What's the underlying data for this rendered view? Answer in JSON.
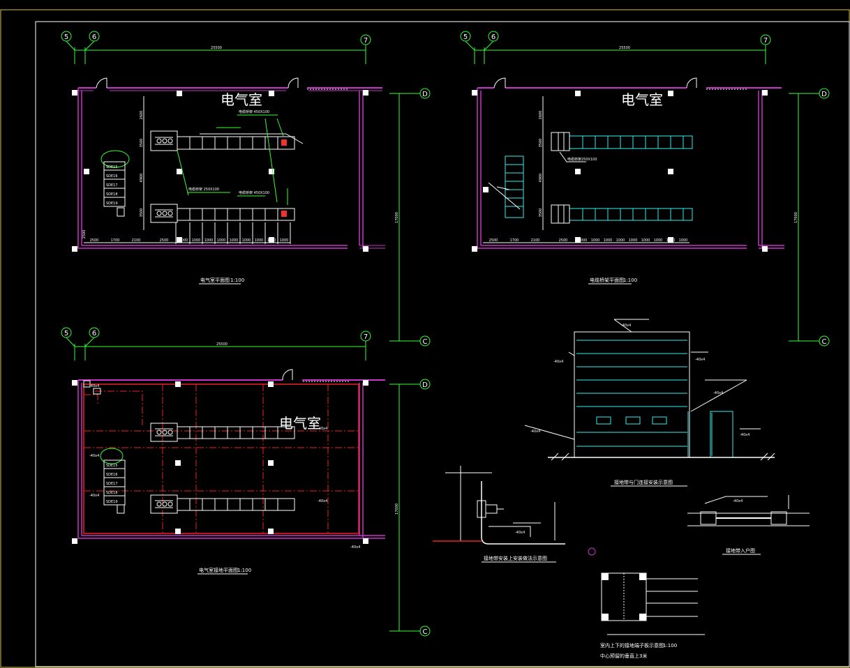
{
  "room_label": "电气室",
  "axis_labels": {
    "a5": "5",
    "a6": "6",
    "a7": "7",
    "rD": "D",
    "rC": "C"
  },
  "dims": {
    "top_total": "25500",
    "bot_total": "25500",
    "bottom_row": [
      "2500",
      "1700",
      "2100",
      "2500",
      "1000",
      "1000",
      "1000",
      "1000",
      "1000",
      "1000",
      "1000",
      "1000",
      "1000"
    ],
    "right_total": "17000",
    "left_a": "2600",
    "left_b": "3500",
    "left_c": "4900",
    "left_d": "2500"
  },
  "captions": {
    "plan1": "电气室平面图",
    "plan2": "电缆桥架平面图",
    "plan3": "电气室接地平面图",
    "scale": "1:100",
    "door_detail": "接地带与门连接安装示意图",
    "foot_detail": "接地带安装上安装做法示意图",
    "cross_detail": "接地带入户图",
    "plate_detail": "室内上下的接地端子板示意图",
    "plate_scale": "1:100",
    "plate_note": "中心预留的垂直上3米"
  },
  "row_labels": [
    "SDE15",
    "SDE16",
    "SDE17",
    "SDE18",
    "SDE19"
  ],
  "legend_labels": {
    "top_tray": "电缆桥架 450X100",
    "mid_tray": "电缆桥架 250X100",
    "bot_tray": "电缆桥架 450X100",
    "tray_vert": "电缆桥架250X100",
    "wall_gnd": "-40x4"
  }
}
